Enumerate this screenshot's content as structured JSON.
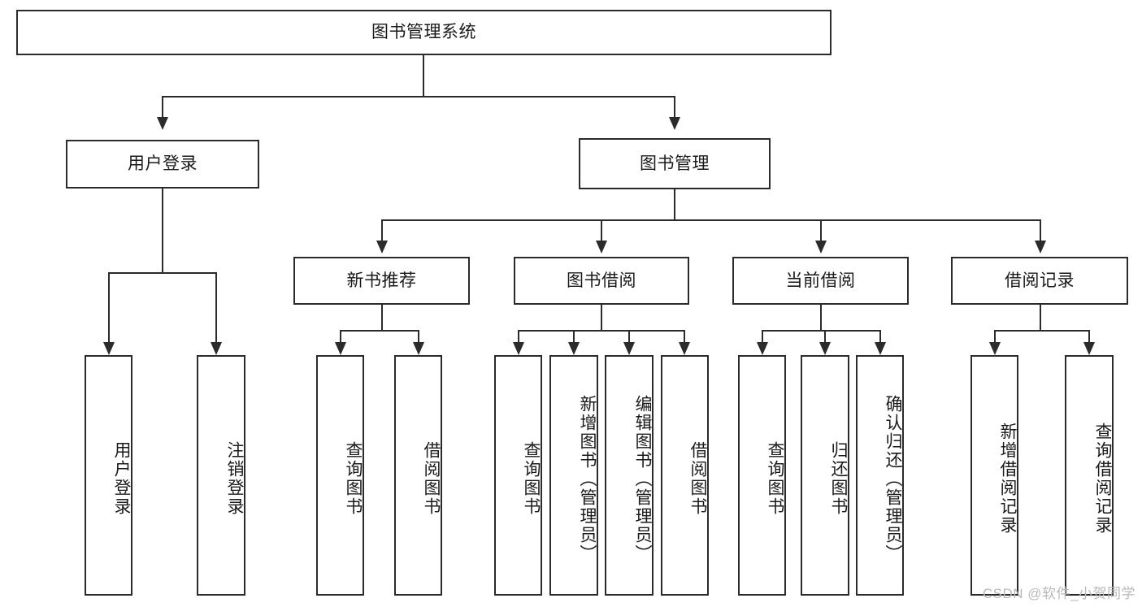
{
  "diagram": {
    "title": "图书管理系统",
    "watermark": "CSDN @软件_小贺同学",
    "colors": {
      "stroke": "#2b2b2b",
      "fill": "#ffffff",
      "text": "#1a1a1a",
      "watermark": "#b9b9b9"
    }
  },
  "nodes": {
    "root": {
      "label": "图书管理系统"
    },
    "level1": [
      {
        "label": "用户登录"
      },
      {
        "label": "图书管理"
      }
    ],
    "level2": [
      {
        "label": "新书推荐"
      },
      {
        "label": "图书借阅"
      },
      {
        "label": "当前借阅"
      },
      {
        "label": "借阅记录"
      }
    ],
    "leaves": {
      "user_login": [
        {
          "label": "用户登录"
        },
        {
          "label": "注销登录"
        }
      ],
      "new_book_recommend": [
        {
          "label": "查询图书"
        },
        {
          "label": "借阅图书"
        }
      ],
      "book_borrow": [
        {
          "label": "查询图书"
        },
        {
          "label": "新增图书（管理员）"
        },
        {
          "label": "编辑图书（管理员）"
        },
        {
          "label": "借阅图书"
        }
      ],
      "current_borrow": [
        {
          "label": "查询图书"
        },
        {
          "label": "归还图书"
        },
        {
          "label": "确认归还（管理员）"
        }
      ],
      "borrow_record": [
        {
          "label": "新增借阅记录"
        },
        {
          "label": "查询借阅记录"
        }
      ]
    }
  }
}
